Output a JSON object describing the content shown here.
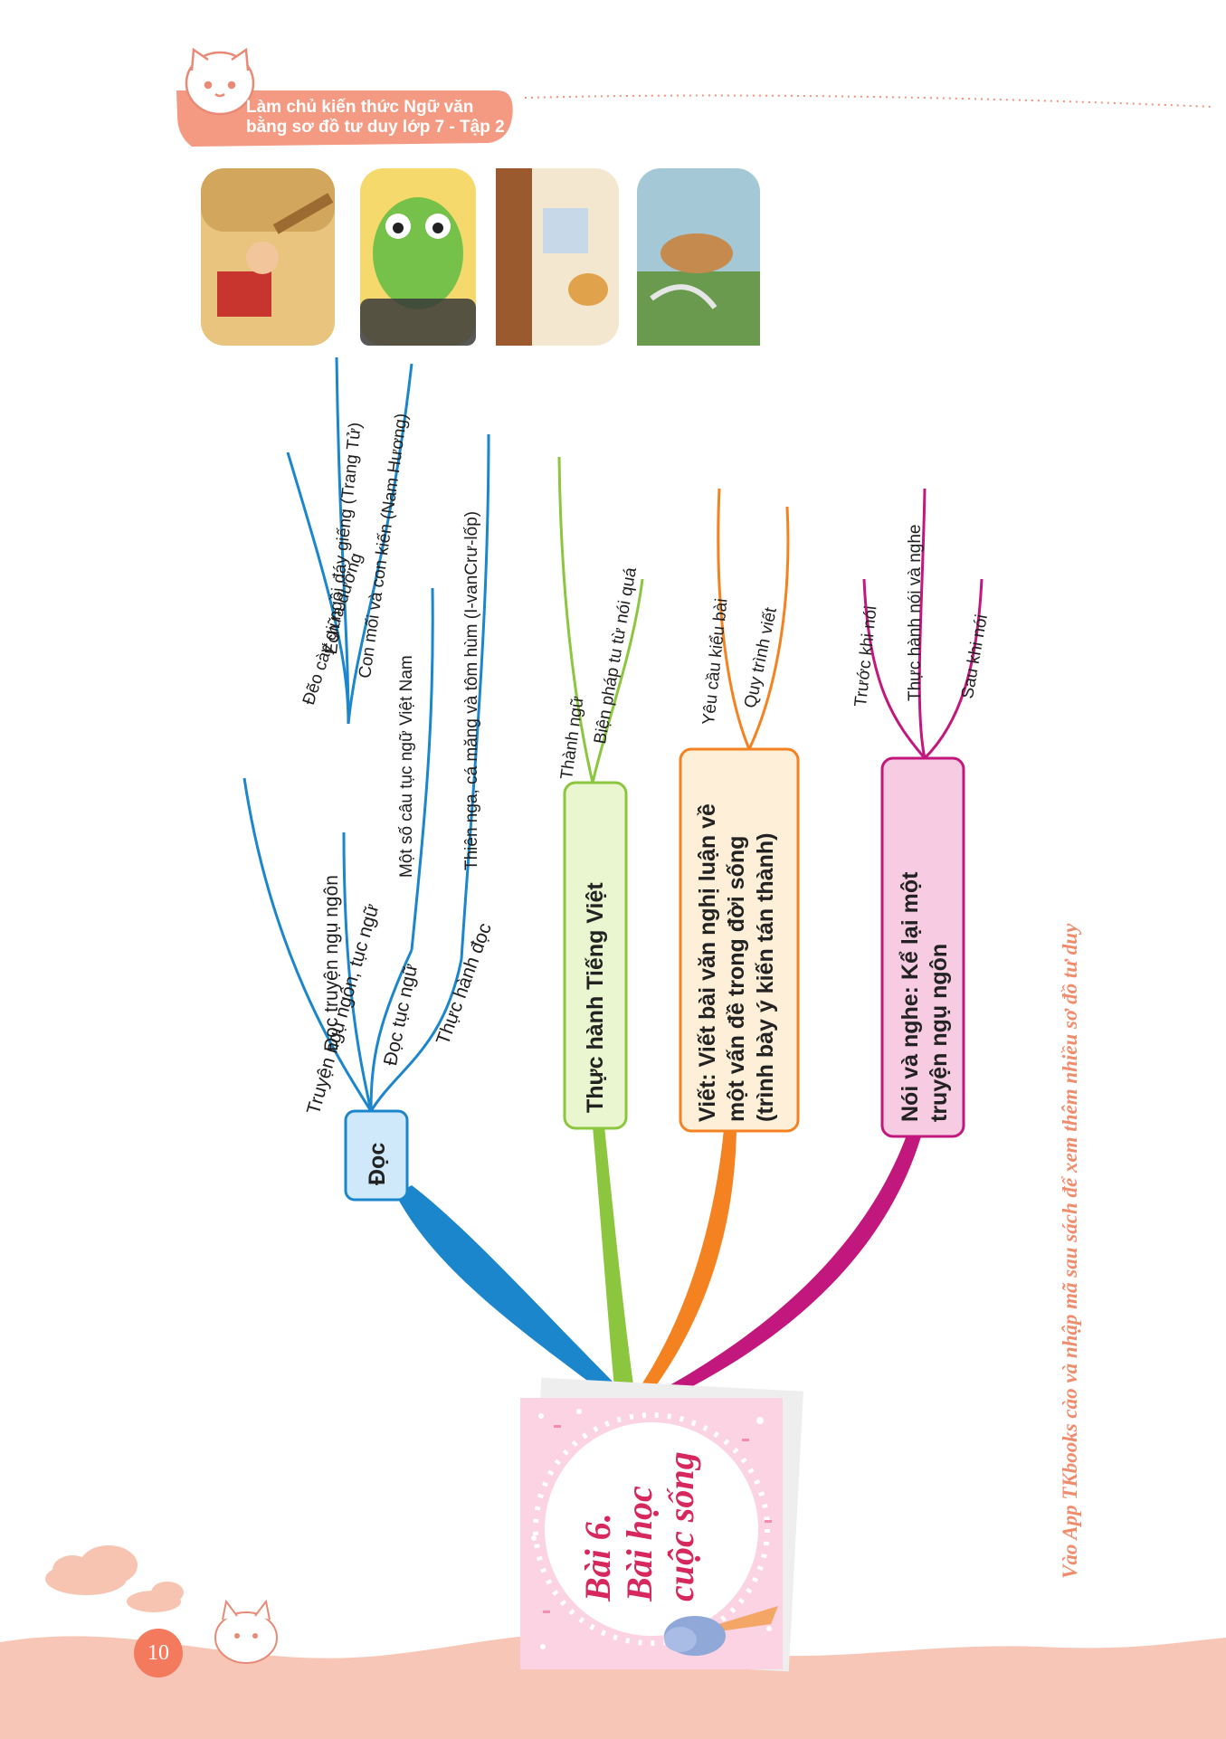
{
  "header": {
    "line1": "Làm chủ kiến thức Ngữ văn",
    "line2": "bằng sơ đồ tư duy lớp 7 - Tập 2"
  },
  "center": {
    "line1": "Bài 6.",
    "line2": "Bài học",
    "line3": "cuộc sống"
  },
  "branches": {
    "doc": {
      "label": "Đọc",
      "items": {
        "truyen": "Truyện ngụ ngôn, tục ngữ",
        "doc_truyen": "Đọc truyện ngụ ngôn",
        "doc_tuc_ngu": "Đọc tục ngữ",
        "thuc_hanh_doc": "Thực hành đọc",
        "deo_cay": "Đẽo cày giữa đường",
        "ech_ngoi": "Ếch ngồi đáy giếng (Trang Tử)",
        "con_moi": "Con mối và con kiến (Nam Hương)",
        "mot_so": "Một số câu tục ngữ Việt Nam",
        "thien_nga": "Thiên nga, cá măng và tôm hùm (I-vanCrư-lốp)"
      }
    },
    "tieng_viet": {
      "label": "Thực hành Tiếng Việt",
      "items": {
        "thanh_ngu": "Thành ngữ",
        "bien_phap": "Biện pháp tu từ nói quá"
      }
    },
    "viet": {
      "line1": "Viết: Viết bài văn nghị luận về",
      "line2": "một vấn đề trong đời sống",
      "line3": "(trình bày ý kiến tán thành)",
      "items": {
        "yeu_cau": "Yêu cầu kiểu bài",
        "quy_trinh": "Quy trình viết"
      }
    },
    "noi_nghe": {
      "line1": "Nói và nghe: Kể lại một",
      "line2": "truyện ngụ ngôn",
      "items": {
        "truoc": "Trước khi nói",
        "thuc_hanh": "Thực hành nói và nghe",
        "sau": "Sau khi nói"
      }
    }
  },
  "footer": {
    "note": "Vào App TKbooks cào và nhập mã sau sách để xem thêm nhiều sơ đồ tư duy",
    "page_number": "10"
  },
  "colors": {
    "doc": "#1b86cc",
    "tieng_viet": "#8cc63f",
    "viet": "#f58220",
    "noi_nghe": "#c2187d",
    "header": "#f59a82",
    "footer_wave": "#f8bfae"
  }
}
